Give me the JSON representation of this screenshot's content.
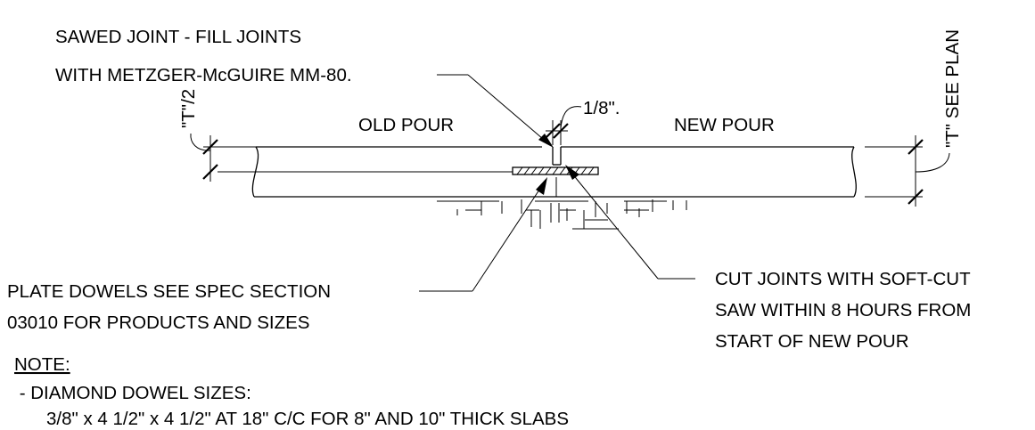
{
  "labels": {
    "sawed_joint_1": "SAWED JOINT - FILL JOINTS",
    "sawed_joint_2": "WITH METZGER-McGUIRE MM-80.",
    "gap": "1/8\".",
    "half_thickness": "\"T\"/2",
    "old_pour": "OLD POUR",
    "new_pour": "NEW POUR",
    "thickness": "\"T\" SEE PLAN",
    "plate_dowels_1": "PLATE DOWELS SEE SPEC SECTION",
    "plate_dowels_2": "03010 FOR PRODUCTS AND SIZES",
    "cut_joints_1": "CUT JOINTS WITH SOFT-CUT",
    "cut_joints_2": "SAW WITHIN 8 HOURS FROM",
    "cut_joints_3": "START OF NEW POUR"
  },
  "note": {
    "heading": "NOTE:",
    "line_1": " - DIAMOND DOWEL SIZES:",
    "line_2": "3/8\" x 4 1/2\" x 4 1/2\" AT 18\" C/C FOR 8\" AND 10\" THICK SLABS"
  }
}
